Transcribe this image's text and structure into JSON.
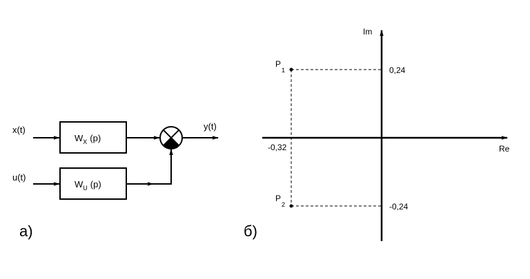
{
  "block_diagram": {
    "input_x": "x(t)",
    "input_u": "u(t)",
    "output_y": "y(t)",
    "block_wx": {
      "main": "W",
      "sub": "X",
      "arg": "(p)"
    },
    "block_wu": {
      "main": "W",
      "sub": "U",
      "arg": "(p)"
    },
    "caption": "а)"
  },
  "pole_plot": {
    "axis_im": "Im",
    "axis_re": "Re",
    "tick_im_pos": "0,24",
    "tick_im_neg": "-0,24",
    "tick_re_neg": "-0,32",
    "pole1": {
      "main": "P",
      "sub": "1",
      "re": -0.32,
      "im": 0.24
    },
    "pole2": {
      "main": "P",
      "sub": "2",
      "re": -0.32,
      "im": -0.24
    },
    "caption": "б)"
  }
}
